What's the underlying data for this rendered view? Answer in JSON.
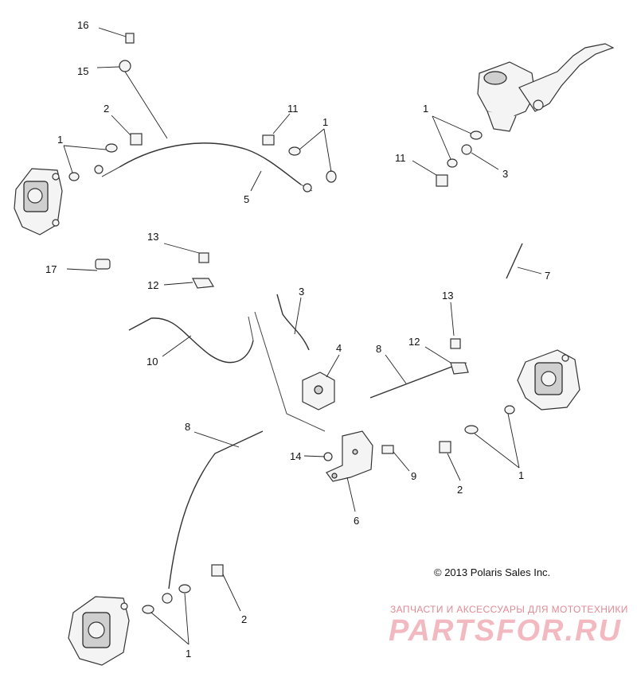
{
  "callouts": [
    {
      "label": "16"
    },
    {
      "label": "15"
    },
    {
      "label": "2"
    },
    {
      "label": "1"
    },
    {
      "label": "11"
    },
    {
      "label": "1"
    },
    {
      "label": "5"
    },
    {
      "label": "1"
    },
    {
      "label": "11"
    },
    {
      "label": "3"
    },
    {
      "label": "13"
    },
    {
      "label": "17"
    },
    {
      "label": "12"
    },
    {
      "label": "7"
    },
    {
      "label": "3"
    },
    {
      "label": "13"
    },
    {
      "label": "10"
    },
    {
      "label": "4"
    },
    {
      "label": "8"
    },
    {
      "label": "12"
    },
    {
      "label": "8"
    },
    {
      "label": "14"
    },
    {
      "label": "9"
    },
    {
      "label": "2"
    },
    {
      "label": "1"
    },
    {
      "label": "6"
    },
    {
      "label": "2"
    },
    {
      "label": "1"
    }
  ],
  "copyright": "© 2013 Polaris Sales Inc.",
  "watermark": {
    "tagline": "ЗАПЧАСТИ И АКСЕССУАРЫ ДЛЯ МОТОТЕХНИКИ",
    "logo": "PARTSFOR.RU"
  }
}
